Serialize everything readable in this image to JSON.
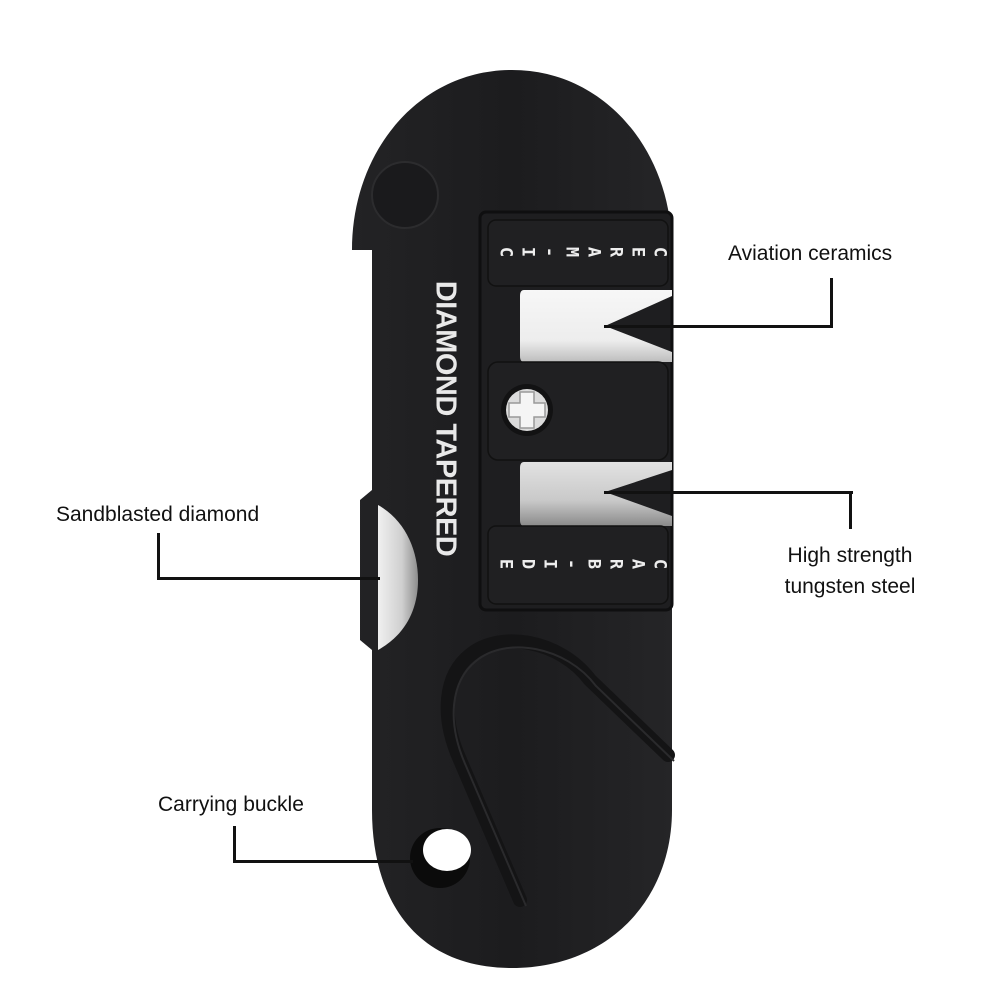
{
  "product": {
    "name": "Pocket knife sharpener",
    "body_color": "#1f1f21",
    "side_engraving": "DIAMOND TAPERED",
    "slot_top_engraving": [
      "C",
      "E",
      "R",
      "A",
      "M",
      "-",
      "I",
      "C"
    ],
    "slot_bottom_engraving": [
      "C",
      "A",
      "R",
      "B",
      "-",
      "I",
      "D",
      "E"
    ]
  },
  "callouts": [
    {
      "id": "aviation-ceramics",
      "label": "Aviation ceramics"
    },
    {
      "id": "sandblasted-diamond",
      "label": "Sandblasted diamond"
    },
    {
      "id": "tungsten-steel",
      "label_line1": "High strength",
      "label_line2": "tungsten steel"
    },
    {
      "id": "carrying-buckle",
      "label": "Carrying buckle"
    }
  ],
  "colors": {
    "background": "#ffffff",
    "leader_line": "#111111",
    "text": "#111111",
    "body": "#1f1f21",
    "engraving": "#ececec",
    "ceramic": "#f2f2f2",
    "steel": "#cfcfcf"
  }
}
